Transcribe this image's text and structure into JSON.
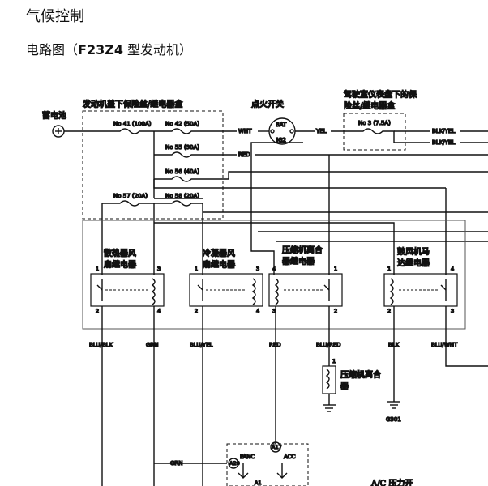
{
  "header": {
    "title": "气候控制"
  },
  "subtitle": {
    "prefix": "电路图（",
    "engine": "F23Z4",
    "suffix": " 型发动机）"
  },
  "labels": {
    "battery": "蓄电池",
    "underhood_box": "发动机盖下保险丝/继电器盒",
    "ignition": "点火开关",
    "dash_box_l1": "驾驶室仪表盘下的保",
    "dash_box_l2": "险丝/继电器盒",
    "rad_relay_l1": "散热器风",
    "rad_relay_l2": "扇继电器",
    "cond_relay_l1": "冷凝器风",
    "cond_relay_l2": "扇继电器",
    "comp_relay_l1": "压缩机离合",
    "comp_relay_l2": "器继电器",
    "blower_relay_l1": "鼓风机马",
    "blower_relay_l2": "达继电器",
    "clutch_l1": "压缩机离合",
    "clutch_l2": "器",
    "ac_pressure": "A/C 压力开"
  },
  "fuses": {
    "f41": "No 41 (100A)",
    "f42": "No 42 (50A)",
    "f55": "No 55 (30A)",
    "f56": "No 56 (40A)",
    "f57": "No 57 (20A)",
    "f58": "No 58 (20A)",
    "f3": "No 3 (7.5A)"
  },
  "switch": {
    "bat": "BAT",
    "ig2": "IG2"
  },
  "wires": {
    "wht": "WHT",
    "yel": "YEL",
    "red": "RED",
    "blk_yel_1": "BLK/YEL",
    "blk_yel_2": "BLK/YEL",
    "blu_blk": "BLU/BLK",
    "grn": "GRN",
    "blu_yel": "BLU/YEL",
    "red2": "RED",
    "blu_red": "BLU/RED",
    "blk": "BLK",
    "blu_wht": "BLU/WHT",
    "grn_bottom": "GRN"
  },
  "ground": "G301",
  "ecm": {
    "fanc": "FANC",
    "acc": "ACC",
    "pin_a20": "A20",
    "pin_a17": "A17",
    "pin_a1": "A1"
  },
  "pins": {
    "p1": "1",
    "p3": "3",
    "p2": "2",
    "p4": "4",
    "c1": "1",
    "c3": "3",
    "c2": "2",
    "c4": "4",
    "k1": "4",
    "k3": "1",
    "k2": "3",
    "k4": "2",
    "b1": "1",
    "b3": "4",
    "b2": "2",
    "b4": "3",
    "clutch_pin": "1"
  }
}
